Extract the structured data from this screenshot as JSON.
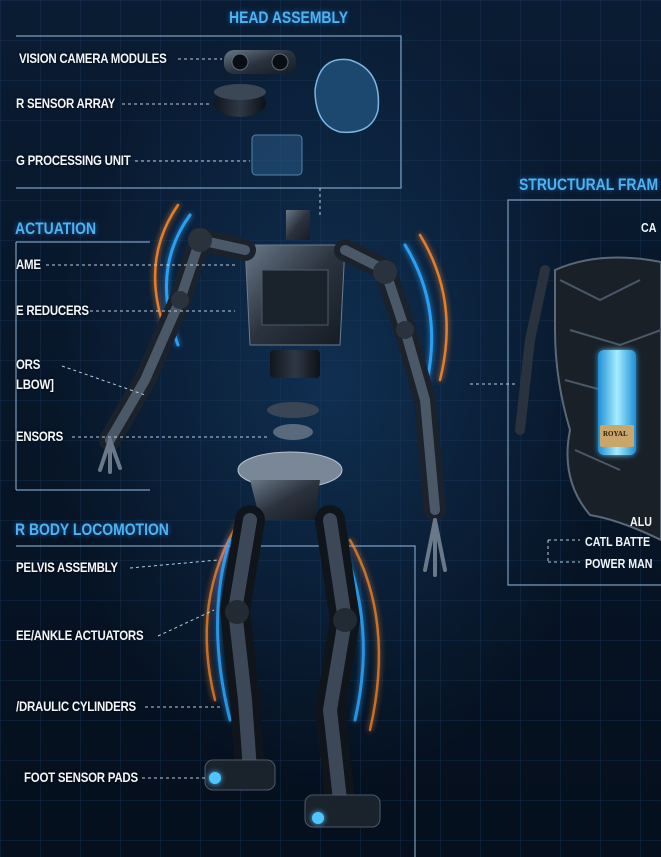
{
  "sections": {
    "head": "HEAD ASSEMBLY",
    "actuation": "ACTUATION",
    "locomotion": "R BODY LOCOMOTION",
    "frame": "STRUCTURAL FRAM"
  },
  "labels": {
    "vision": "VISION CAMERA MODULES",
    "sensor_array": "R SENSOR ARRAY",
    "processing": "G PROCESSING UNIT",
    "frame": "AME",
    "reducers": "E REDUCERS",
    "motors": "ORS",
    "elbow": "LBOW]",
    "sensors": "ENSORS",
    "pelvis": "PELVIS ASSEMBLY",
    "knee": "EE/ANKLE ACTUATORS",
    "hydraulic": "/DRAULIC CYLINDERS",
    "foot": "FOOT SENSOR PADS",
    "frame_ca": "CA",
    "alu": "ALU",
    "battery": "CATL BATTE",
    "power": "POWER MAN",
    "battery_logo": "ROYAL"
  },
  "colors": {
    "accent": "#4fb3f0",
    "glow_blue": "#2ea8ff",
    "glow_orange": "#ff8a2a",
    "metal": "#3a4350",
    "grid": "#1d4066"
  }
}
